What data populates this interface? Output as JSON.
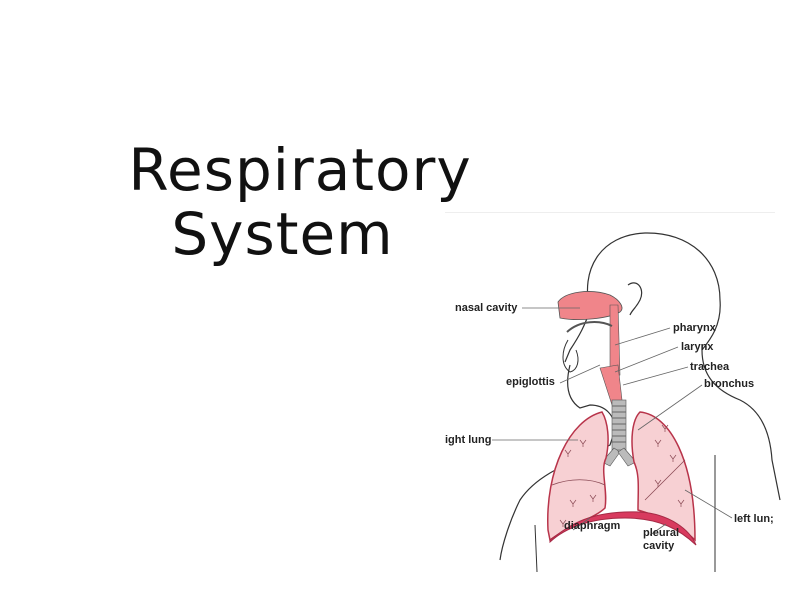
{
  "slide": {
    "title_line1": "Respiratory",
    "title_line2": "System"
  },
  "diagram": {
    "colors": {
      "airway": "#f0858a",
      "lung_fill": "#f7d0d3",
      "lung_outline": "#b8344a",
      "diaphragm": "#d83a5e",
      "trachea_rings": "#9a9a9a",
      "outline": "#333333"
    },
    "labels": {
      "nasal_cavity": "nasal cavity",
      "pharynx": "pharynx",
      "larynx": "larynx",
      "trachea": "trachea",
      "bronchus": "bronchus",
      "epiglottis": "epiglottis",
      "right_lung": "ight lung",
      "diaphragm": "diaphragm",
      "pleural_cavity_1": "pleural",
      "pleural_cavity_2": "cavity",
      "left_lung": "left lun;"
    }
  }
}
